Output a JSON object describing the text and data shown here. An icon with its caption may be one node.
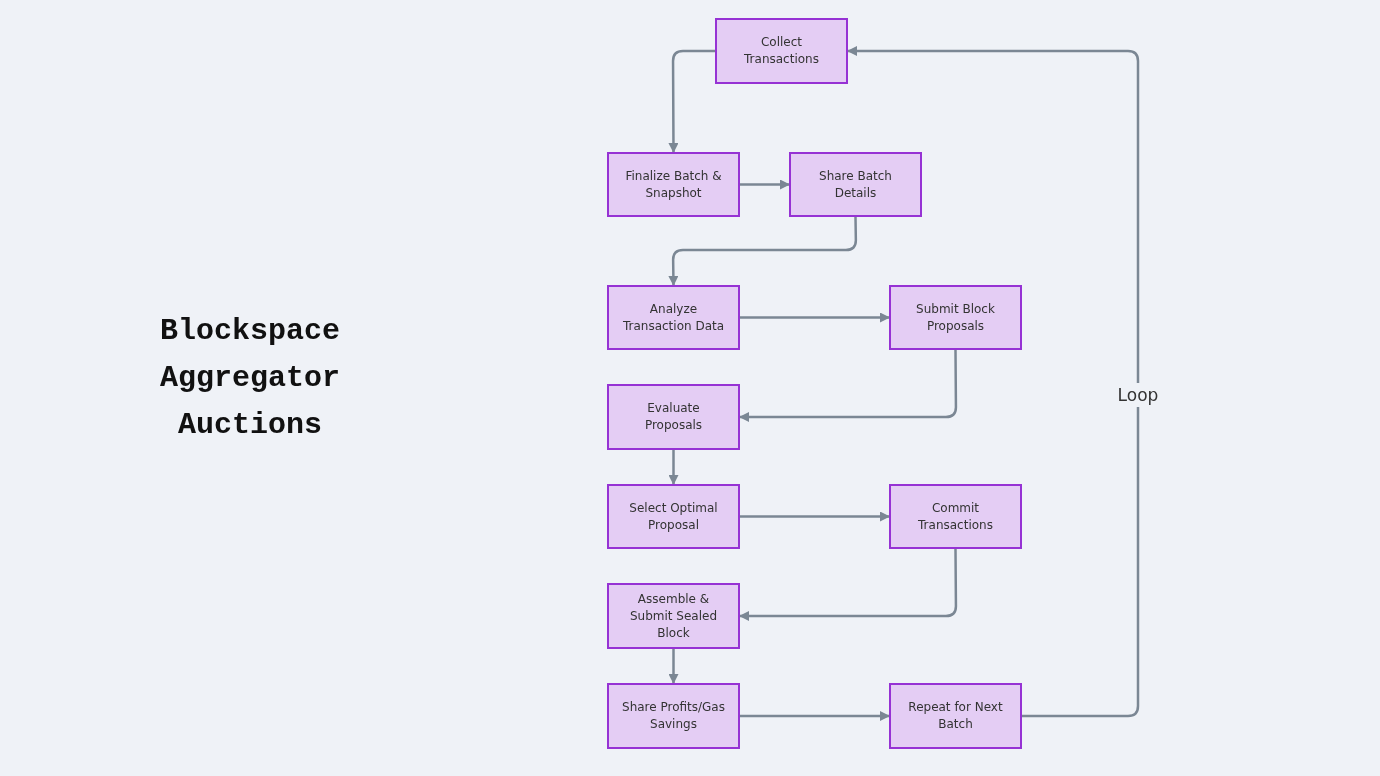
{
  "diagram": {
    "title": "Blockspace Aggregator Auctions",
    "nodes": [
      {
        "text": [
          "Collect Transactions"
        ]
      },
      {
        "text": [
          "Finalize Batch & Snapshot"
        ]
      },
      {
        "text": [
          "Share Batch Details"
        ]
      },
      {
        "text": [
          "Analyze Transaction Data"
        ]
      },
      {
        "text": [
          "Submit Block Proposals"
        ]
      },
      {
        "text": [
          "Evaluate Proposals"
        ]
      },
      {
        "text": [
          "Select Optimal Proposal"
        ]
      },
      {
        "text": [
          "Commit Transactions"
        ]
      },
      {
        "text": [
          "Assemble & Submit Sealed Block"
        ]
      },
      {
        "text": [
          "Share Profits/Gas Savings"
        ]
      },
      {
        "text": [
          "Repeat for Next Batch"
        ]
      }
    ],
    "edges": [
      {
        "from": 0,
        "to": 1,
        "arrow": "to"
      },
      {
        "from": 1,
        "to": 2,
        "arrow": "to"
      },
      {
        "from": 2,
        "to": 3,
        "arrow": "to"
      },
      {
        "from": 3,
        "to": 4,
        "arrow": "to"
      },
      {
        "from": 4,
        "to": 5,
        "arrow": "to"
      },
      {
        "from": 5,
        "to": 6,
        "arrow": "to"
      },
      {
        "from": 6,
        "to": 7,
        "arrow": "to"
      },
      {
        "from": 7,
        "to": 8,
        "arrow": "to"
      },
      {
        "from": 8,
        "to": 9,
        "arrow": "to"
      },
      {
        "from": 9,
        "to": 10,
        "arrow": "to"
      },
      {
        "from": 10,
        "to": 0,
        "label": "Loop",
        "arrow": "to"
      }
    ]
  }
}
